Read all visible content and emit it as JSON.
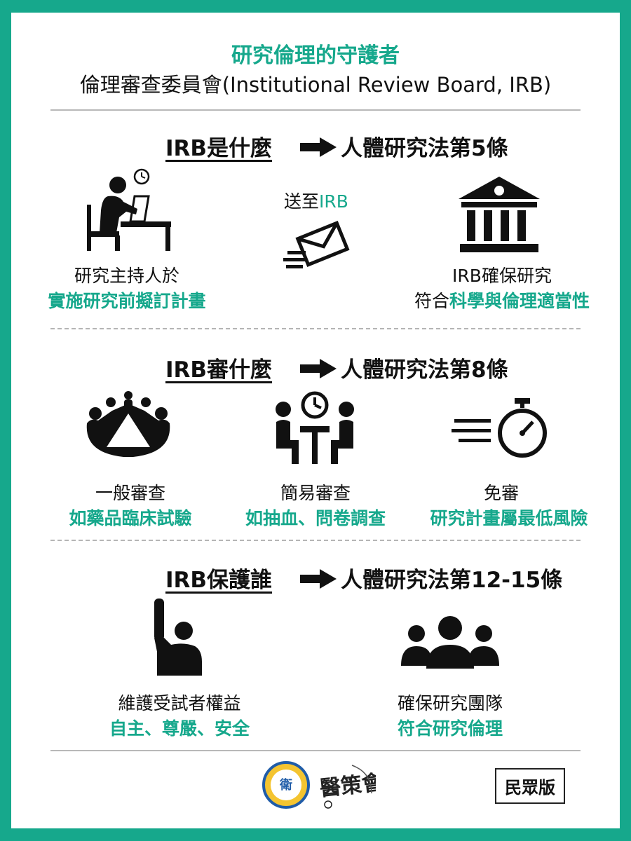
{
  "header": {
    "title": "研究倫理的守護者",
    "subtitle": "倫理審查委員會(Institutional Review Board, IRB)"
  },
  "section1": {
    "heading": "IRB是什麼",
    "law": "人體研究法第5條",
    "send_prefix": "送至",
    "send_irb": "IRB",
    "left_label_1": "研究主持人於",
    "left_label_2": "實施研究前擬訂計畫",
    "right_label_1": "IRB確保研究",
    "right_label_2a": "符合",
    "right_label_2b": "科學與倫理適當性",
    "icons": [
      "researcher-at-desk-icon",
      "envelope-icon",
      "institution-building-icon"
    ]
  },
  "section2": {
    "heading": "IRB審什麼",
    "law": "人體研究法第8條",
    "items": [
      {
        "title": "一般審查",
        "desc": "如藥品臨床試驗",
        "icon": "meeting-table-icon"
      },
      {
        "title": "簡易審查",
        "desc": "如抽血、問卷調查",
        "icon": "consultation-clock-icon"
      },
      {
        "title": "免審",
        "desc": "研究計畫屬最低風險",
        "icon": "fast-stopwatch-icon"
      }
    ]
  },
  "section3": {
    "heading": "IRB保護誰",
    "law": "人體研究法第12-15條",
    "items": [
      {
        "title": "維護受試者權益",
        "desc": "自主、尊嚴、安全",
        "icon": "raised-hand-person-icon"
      },
      {
        "title": "確保研究團隊",
        "desc": "符合研究倫理",
        "icon": "group-people-icon"
      }
    ]
  },
  "footer": {
    "badge": "民眾版",
    "logos": [
      "ministry-seal-logo",
      "joint-commission-logo"
    ]
  },
  "colors": {
    "accent": "#16a88c",
    "text": "#111111",
    "rule": "#b8b8b8"
  }
}
